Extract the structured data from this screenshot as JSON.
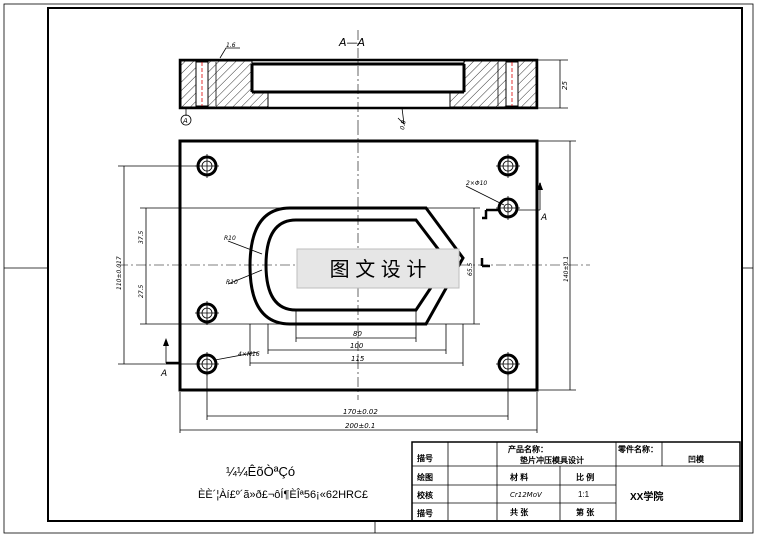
{
  "section_label": "A—A",
  "labels": {
    "roughness_top": "1.6",
    "datum": "A",
    "roughness_side": "0.8",
    "thickness": "25",
    "hole_callout": "2×Φ10",
    "arrow_a_right": "A",
    "arrow_a_left": "A",
    "r10_top": "R10",
    "r10_bottom": "R10",
    "holes_4": "4×M16",
    "dim_left_outer": "110±0.017",
    "dim_37_5": "37.5",
    "dim_27_5": "27.5",
    "dim_right_outer": "140±0.1",
    "dim_65_5": "65.5",
    "dim_80": "80",
    "dim_100": "100",
    "dim_115": "115",
    "dim_170": "170±0.02",
    "dim_200": "200±0.1"
  },
  "watermark": "图 文 设 计",
  "notes": {
    "line1": "¼¼ÊõÒªÇó",
    "line2": "ÈÈ´¦Àí£º´ã»ð£¬ôÍ¶ÈÎª56¡«62HRC£"
  },
  "title_block": {
    "r1_c1": "描号",
    "product_name": "产品名称：",
    "product_value": "垫片冲压模具设计",
    "part_name": "零件名称：",
    "part_value": "凹模",
    "r2_c1": "绘图",
    "material_label": "材 料",
    "scale_label": "比 例",
    "r3_c1": "校核",
    "material_value": "Cr12MoV",
    "scale_value": "1:1",
    "school": "XX学院",
    "r4_c1": "描号",
    "total_label": "共 张",
    "sheet_label": "第 张"
  }
}
